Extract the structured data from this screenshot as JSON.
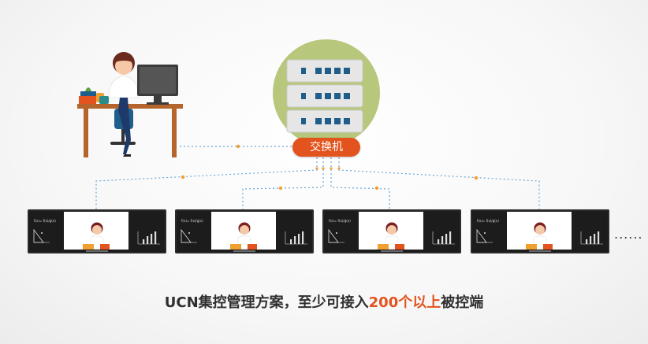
{
  "switch": {
    "label": "交换机",
    "icon": "server-rack-icon"
  },
  "admin": {
    "icon": "admin-at-desk-icon"
  },
  "terminals": [
    {
      "icon": "smart-blackboard-icon",
      "formula": "f(x)= f(x)/g(x)"
    },
    {
      "icon": "smart-blackboard-icon",
      "formula": "f(x)= f(x)/g(x)"
    },
    {
      "icon": "smart-blackboard-icon",
      "formula": "f(x)= f(x)/g(x)"
    },
    {
      "icon": "smart-blackboard-icon",
      "formula": "f(x)= f(x)/g(x)"
    }
  ],
  "more_indicator": "......",
  "caption": {
    "part1": "UCN集控管理方案，至少可接入",
    "highlight": "200个以上",
    "part2": "被控端"
  },
  "colors": {
    "accent": "#e2531d",
    "highlight": "#e2531d",
    "line": "#6aa6d8",
    "line_dot": "#f0a030",
    "circle": "#b7c77c"
  }
}
